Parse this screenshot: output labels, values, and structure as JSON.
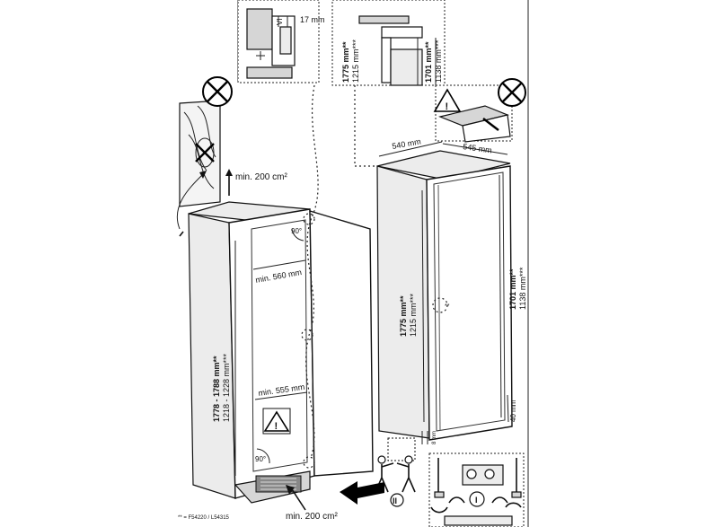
{
  "labels": {
    "detail_17mm": "17 mm",
    "vent_top": "min. 200 cm²",
    "vent_bottom": "min. 200 cm²",
    "angle_top": "90°",
    "angle_bottom": "90°",
    "niche_width": "min. 560 mm",
    "niche_depth": "min. 555 mm",
    "niche_height_a": "1778 - 1788 mm**",
    "niche_height_b": "1218 - 1228 mm***",
    "top_h1a": "1775 mm**",
    "top_h1b": "1215 mm***",
    "top_h2a": "1701 mm**",
    "top_h2b": "1138 mm***",
    "dim_540": "540 mm",
    "dim_545": "545 mm",
    "app_h1a": "1775 mm**",
    "app_h1b": "1215 mm***",
    "app_h2a": "1701 mm**",
    "app_h2b": "1138 mm***",
    "hinge_mark": "**",
    "dim_40": "40 mm",
    "dim_8": "8 mm",
    "step_ii": "II",
    "step_i": "I",
    "footnote": "** = F54220 / L54315"
  },
  "colors": {
    "line": "#111111",
    "panel": "#d6d6d6",
    "background": "#ffffff"
  },
  "icons": [
    "prohibited-icon",
    "warning-icon",
    "hinge-detail-icon",
    "person-carrying-icon",
    "arrow-left-icon"
  ]
}
